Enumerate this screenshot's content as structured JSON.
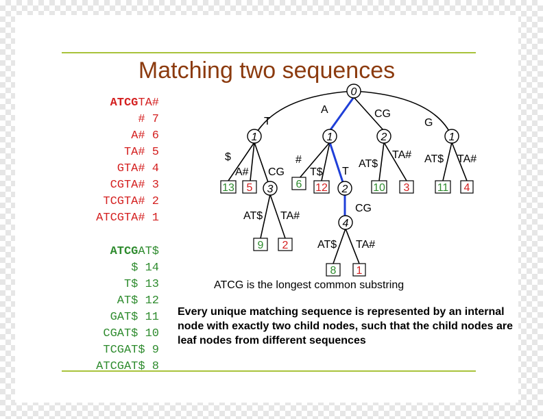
{
  "title": "Matching two sequences",
  "sequence_a": {
    "header_bold": "ATCG",
    "header_rest": "TA#",
    "rows": [
      "# 7",
      "A# 6",
      "TA# 5",
      "GTA# 4",
      "CGTA# 3",
      "TCGTA# 2",
      "ATCGTA# 1"
    ]
  },
  "sequence_b": {
    "header_bold": "ATCG",
    "header_rest": "AT$",
    "rows": [
      "$ 14",
      "T$ 13",
      "AT$ 12",
      "GAT$ 11",
      "CGAT$ 10",
      "TCGAT$ 9",
      "ATCGAT$ 8"
    ]
  },
  "tree": {
    "node_labels": {
      "root": "0",
      "t": "1",
      "a": "1",
      "cg": "2",
      "g": "1",
      "tcg": "3",
      "at": "2",
      "atcg": "4"
    },
    "edge_labels": {
      "root_t": "T",
      "root_a": "A",
      "root_cg": "CG",
      "root_g": "G",
      "t_13": "$",
      "t_5": "A#",
      "t_tcg": "CG",
      "a_6": "#",
      "a_12": "T$",
      "a_at": "T",
      "cg_10": "AT$",
      "cg_3": "TA#",
      "g_11": "AT$",
      "g_4": "TA#",
      "tcg_9": "AT$",
      "tcg_2": "TA#",
      "at_atcg": "CG",
      "atcg_8": "AT$",
      "atcg_1": "TA#"
    },
    "leaf_labels": {
      "l13": "13",
      "l5": "5",
      "l6": "6",
      "l12": "12",
      "l10": "10",
      "l3": "3",
      "l11": "11",
      "l4": "4",
      "l9": "9",
      "l2": "2",
      "l8": "8",
      "l1": "1"
    }
  },
  "caption": "ATCG is the longest common substring",
  "paragraph": "Every unique matching sequence is represented by an internal node with exactly two child nodes, such that the child nodes are leaf nodes from different sequences",
  "colors": {
    "title": "#8b3a0e",
    "seq_a": "#d42020",
    "seq_b": "#2e8b2e",
    "highlight_path": "#1f3fd8",
    "rule": "#a8c23a"
  }
}
